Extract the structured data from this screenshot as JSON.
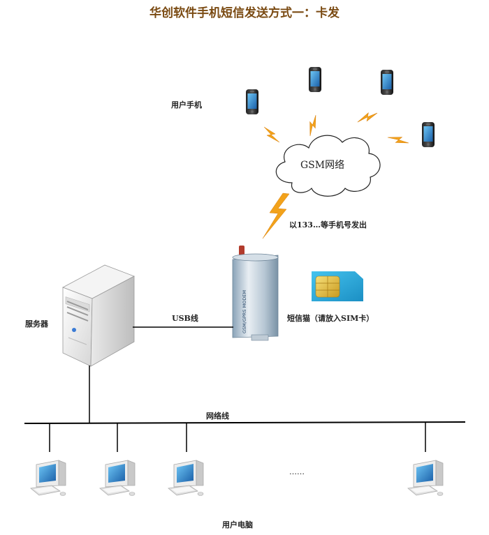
{
  "diagram": {
    "title": "华创软件手机短信发送方式一：卡发",
    "labels": {
      "user_phones": "用户手机",
      "gsm_network": "GSM网络",
      "send_from": "以133…等手机号发出",
      "server": "服务器",
      "usb_cable": "USB线",
      "sms_modem": "短信猫（请放入SIM卡）",
      "network_cable": "网络线",
      "ellipsis": "……",
      "user_computers": "用户电脑"
    },
    "modem_text": "GSM/GPRS MODEM",
    "colors": {
      "title": "#7a4a12",
      "lightning": "#f2a21b",
      "sim_card": "#27a7d9",
      "screen": "#2f9be0"
    },
    "icons": {
      "phone": "smartphone-icon",
      "cloud": "cloud-icon",
      "lightning": "lightning-icon",
      "server": "server-icon",
      "modem": "modem-icon",
      "sim": "sim-card-icon",
      "computer": "desktop-computer-icon"
    }
  }
}
